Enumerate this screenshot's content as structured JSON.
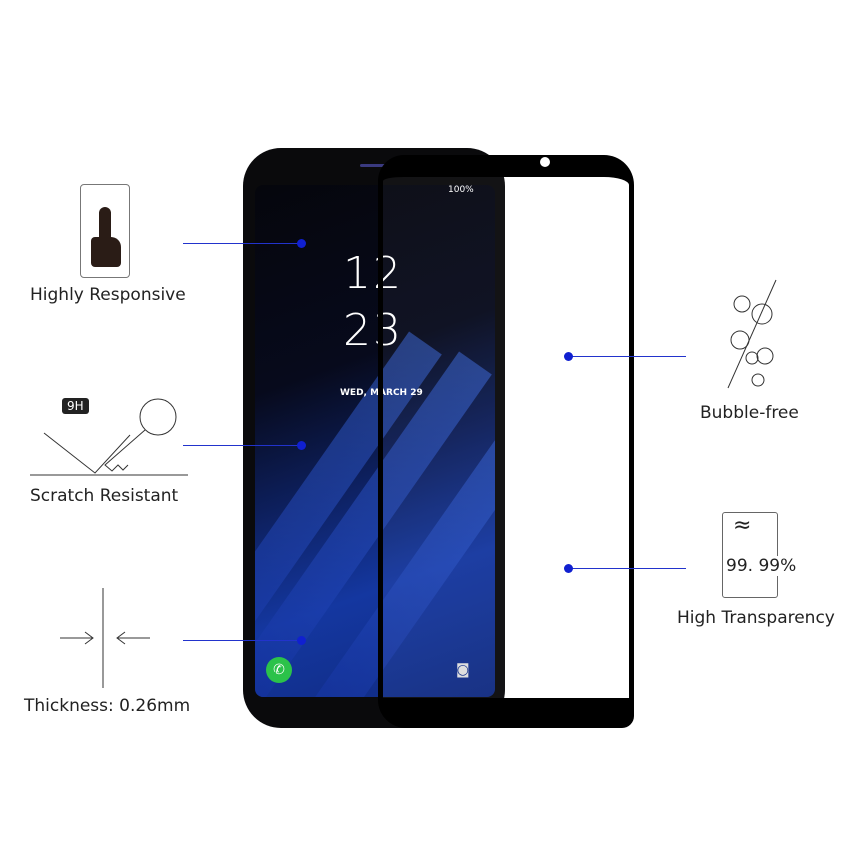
{
  "phone": {
    "status": "100%",
    "time_hour": "12",
    "time_minute": "23",
    "date": "WED, MARCH 29"
  },
  "features": {
    "responsive": "Highly Responsive",
    "scratch": "Scratch Resistant",
    "hardness": "9H",
    "thickness": "Thickness: 0.26mm",
    "bubble": "Bubble-free",
    "transparency": "High Transparency",
    "transparency_value": "99. 99%"
  },
  "colors": {
    "accent": "#1020d0"
  }
}
